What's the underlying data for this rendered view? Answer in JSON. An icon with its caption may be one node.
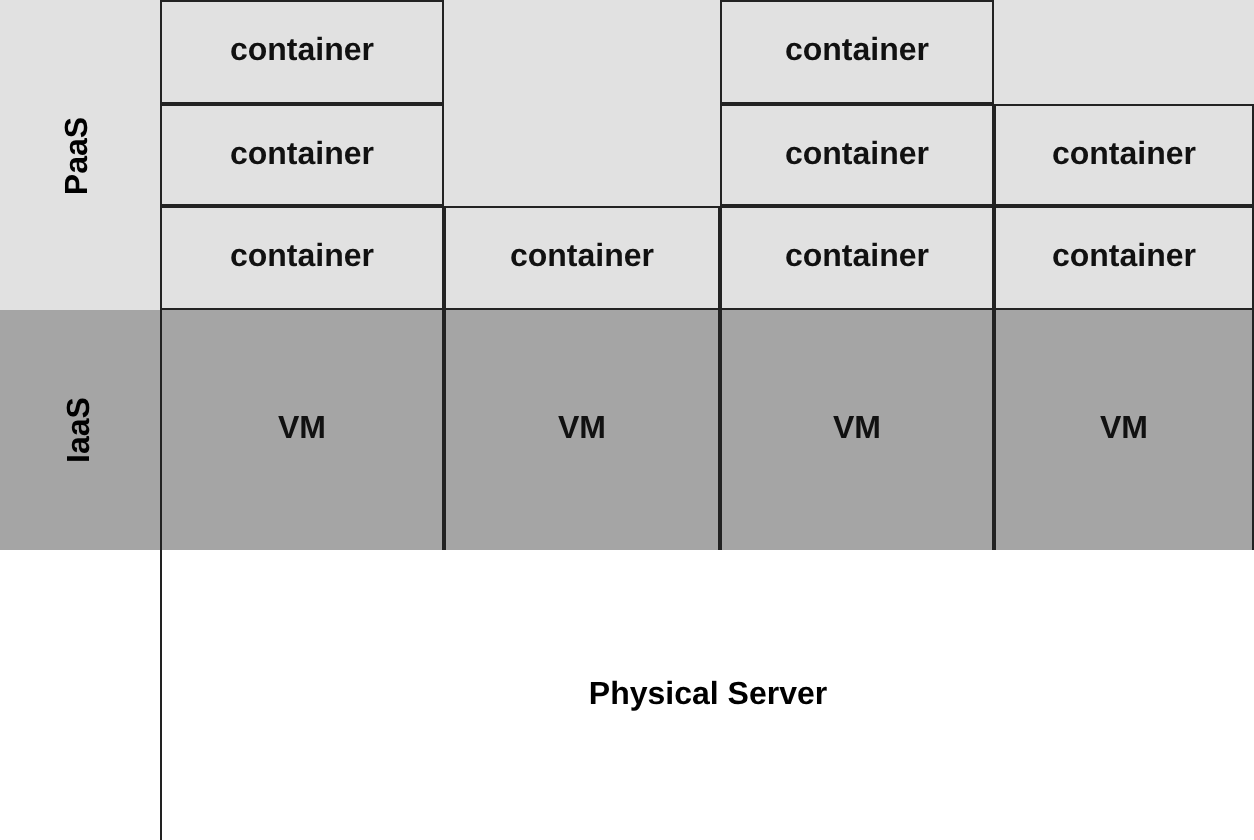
{
  "diagram": {
    "nodes": [
      {
        "text": [
          "PaaS"
        ]
      },
      {
        "text": [
          "container"
        ],
        "in": 0
      },
      {
        "text": [
          "container"
        ],
        "in": 0
      },
      {
        "text": [
          "container"
        ],
        "in": 0
      },
      {
        "text": [
          "container"
        ],
        "in": 0
      },
      {
        "text": [
          "container"
        ],
        "in": 0
      },
      {
        "text": [
          "container"
        ],
        "in": 0
      },
      {
        "text": [
          "container"
        ],
        "in": 0
      },
      {
        "text": [
          "container"
        ],
        "in": 0
      },
      {
        "text": [
          "container"
        ],
        "in": 0
      },
      {
        "text": [
          "IaaS"
        ]
      },
      {
        "text": [
          "VM"
        ],
        "in": 10
      },
      {
        "text": [
          "VM"
        ],
        "in": 10
      },
      {
        "text": [
          "VM"
        ],
        "in": 10
      },
      {
        "text": [
          "VM"
        ],
        "in": 10
      },
      {
        "text": [
          "Physical Server"
        ]
      }
    ]
  }
}
